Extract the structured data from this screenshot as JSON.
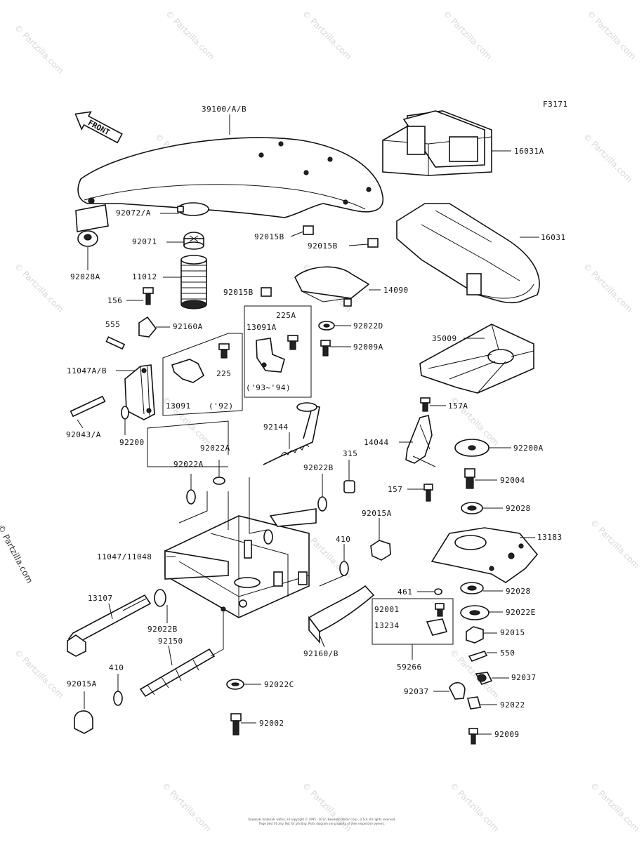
{
  "diagram": {
    "figure_code": "F3171",
    "direction_label": "FRONT",
    "side_copyright": "© Partzilla.com",
    "watermark": "© Partzilla.com",
    "footer_line1": "Kawasaki materials within, all copyright © 1995 - 2017, Kawasaki Motor Corp., U.S.A.  All rights reserved.",
    "footer_line2": "Page best fit only. Not for printing. Parts diagram are property of their respective owners.",
    "labels": {
      "p39100": "39100/A/B",
      "p16031A": "16031A",
      "p16031": "16031",
      "p92072A": "92072/A",
      "p92071": "92071",
      "p92028A": "92028A",
      "p11012": "11012",
      "p92015B_1": "92015B",
      "p92015B_2": "92015B",
      "p92015B_3": "92015B",
      "p14090": "14090",
      "p156": "156",
      "p225A": "225A",
      "p13091A": "13091A",
      "p92022D": "92022D",
      "p92009A": "92009A",
      "p555": "555",
      "p92160A": "92160A",
      "p225": "225",
      "p35009": "35009",
      "p11047AB": "11047A/B",
      "p93_94": "('93~'94)",
      "p13091": "13091",
      "p92": "('92)",
      "p157A": "157A",
      "p92043A": "92043/A",
      "p92200": "92200",
      "p92144": "92144",
      "p14044": "14044",
      "p92200A": "92200A",
      "p92022A_1": "92022A",
      "p92022A_2": "92022A",
      "p315": "315",
      "p92022B_1": "92022B",
      "p92004": "92004",
      "p157": "157",
      "p92028_1": "92028",
      "p92015A_1": "92015A",
      "p13183": "13183",
      "p410_1": "410",
      "p11047_11048": "11047/11048",
      "p461": "461",
      "p92028_2": "92028",
      "p13107": "13107",
      "p92001": "92001",
      "p92022E": "92022E",
      "p13234": "13234",
      "p92015": "92015",
      "p92022B_2": "92022B",
      "p92150": "92150",
      "p92160B": "92160/B",
      "p59266": "59266",
      "p550": "550",
      "p410_2": "410",
      "p92037_1": "92037",
      "p92015A_2": "92015A",
      "p92022C": "92022C",
      "p92037_2": "92037",
      "p92022": "92022",
      "p92002": "92002",
      "p92009": "92009"
    }
  }
}
